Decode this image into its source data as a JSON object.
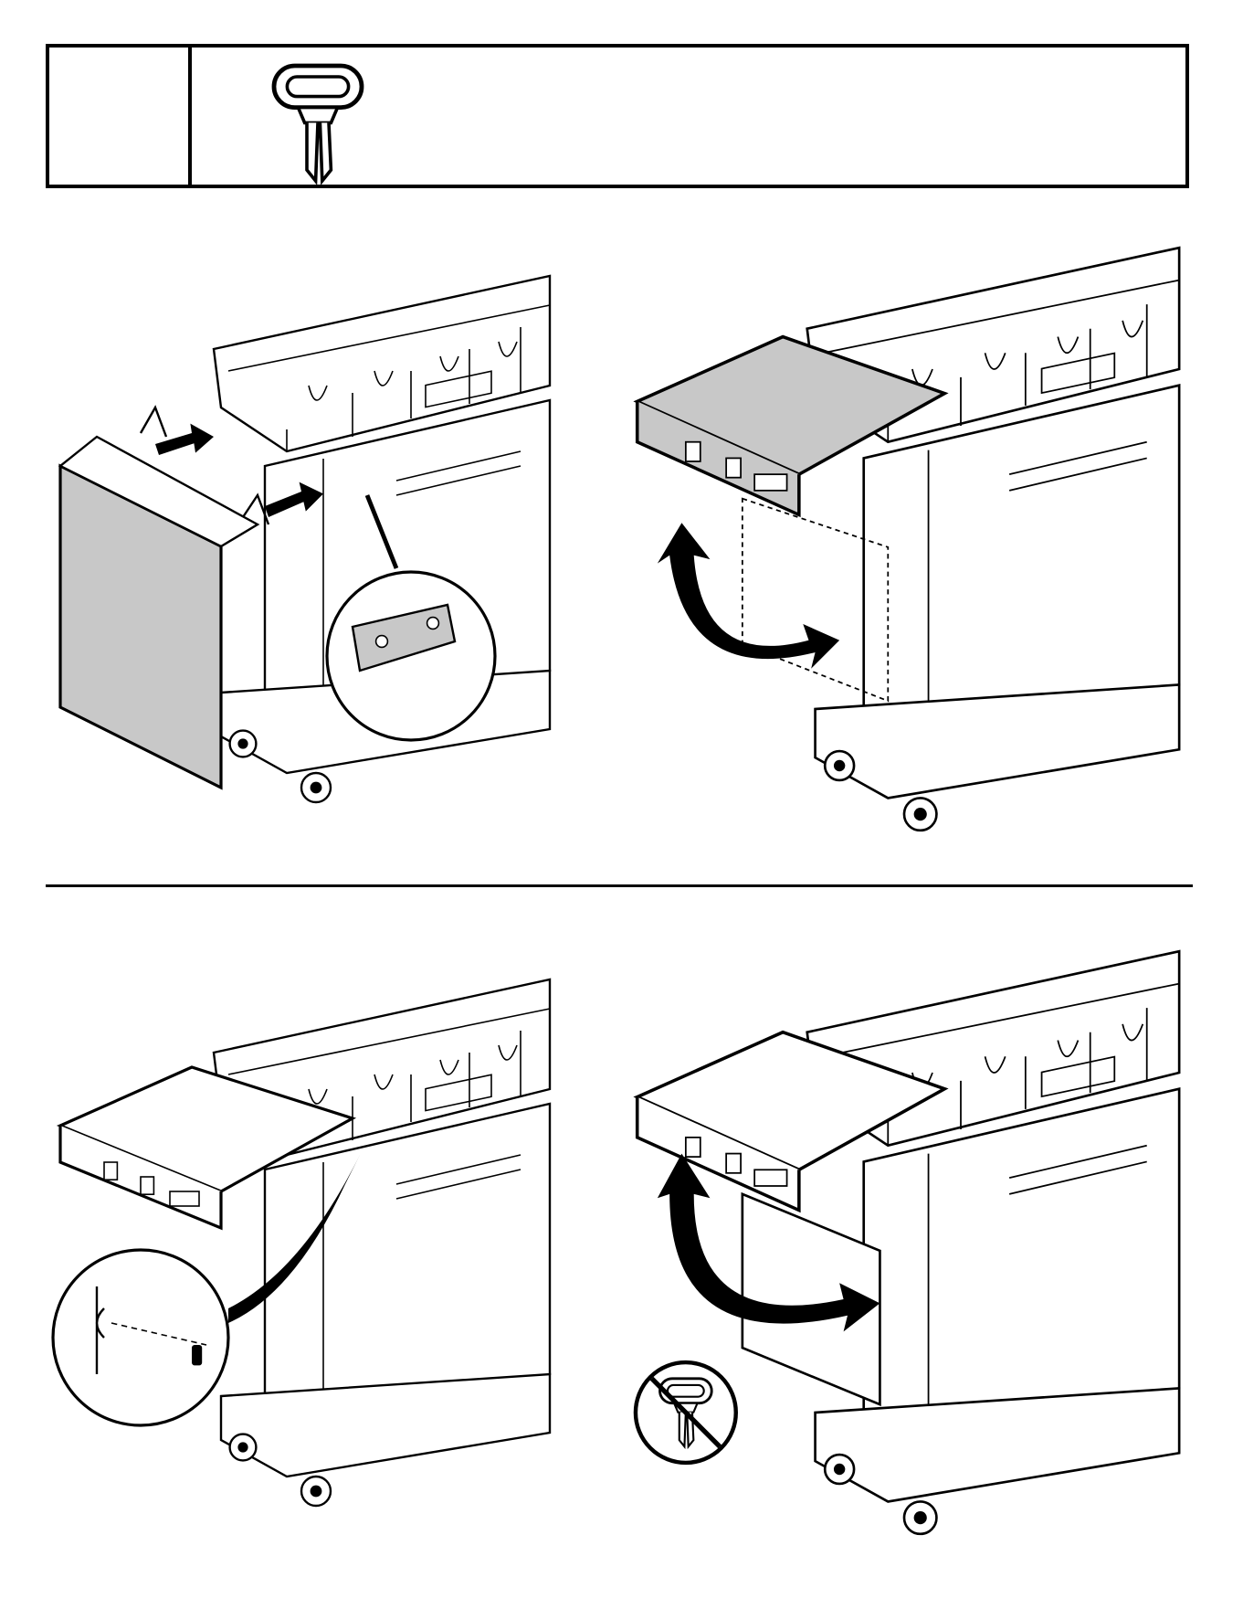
{
  "header": {
    "step_number": "",
    "part_icon": "pin-clip-icon"
  },
  "panels": [
    {
      "name": "attach-side-cabinet",
      "icons": [
        "grill-body-icon",
        "side-cabinet-icon",
        "arrow-right-icon",
        "magnify-bracket-detail-icon"
      ]
    },
    {
      "name": "rotate-side-shelf-up",
      "icons": [
        "grill-body-icon",
        "side-shelf-icon",
        "curved-arrow-icon"
      ]
    },
    {
      "name": "insert-pin-clip",
      "icons": [
        "grill-body-icon",
        "side-shelf-icon",
        "magnify-pin-detail-icon"
      ]
    },
    {
      "name": "remove-without-pin",
      "icons": [
        "grill-body-icon",
        "side-shelf-icon",
        "curved-arrow-icon",
        "no-pin-clip-icon"
      ]
    }
  ],
  "colors": {
    "line": "#000000",
    "shade": "#c8c8c8",
    "paper": "#ffffff"
  }
}
